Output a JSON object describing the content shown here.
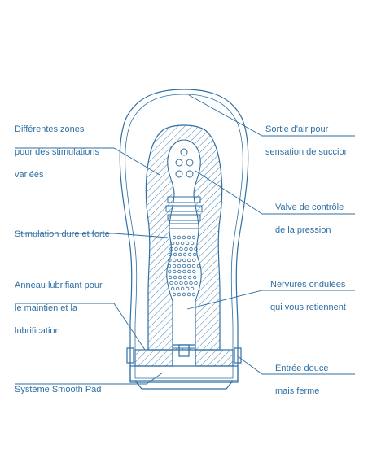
{
  "colors": {
    "stroke": "#2f6fa3",
    "text": "#2f6fa3",
    "background": "#ffffff"
  },
  "labels": {
    "zones": [
      "Différentes zones",
      "pour des stimulations",
      "variées"
    ],
    "stimulation": [
      "Stimulation dure et forte"
    ],
    "anneau": [
      "Anneau lubrifiant pour",
      "le maintien et la",
      "lubrification"
    ],
    "pad": [
      "Système Smooth Pad"
    ],
    "sortie": [
      "Sortie d'air pour",
      "sensation de succion"
    ],
    "valve": [
      "Valve de contrôle",
      "de la pression"
    ],
    "nervures": [
      "Nervures ondulées",
      "qui vous retiennent"
    ],
    "entree": [
      "Entrée douce",
      "mais ferme"
    ]
  }
}
